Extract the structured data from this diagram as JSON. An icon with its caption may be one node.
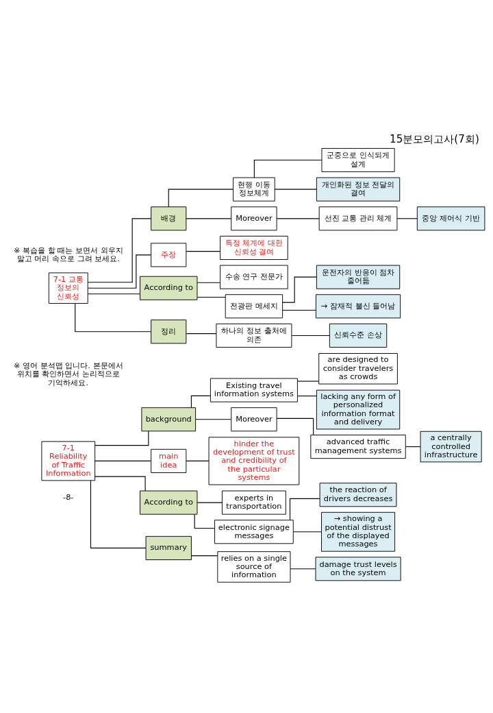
{
  "diagram": {
    "title": "15분모의고사(7회)",
    "nodes": [
      {
        "text": [
          "7-1 교통 정보의 신뢰성"
        ]
      },
      {
        "text": [
          "배경"
        ]
      },
      {
        "text": [
          "현행 이동 정보체계"
        ]
      },
      {
        "text": [
          "군중으로 인식되게 설계"
        ]
      },
      {
        "text": [
          "개인화된 정보 전달의 결여"
        ]
      },
      {
        "text": [
          "Moreover"
        ]
      },
      {
        "text": [
          "선진 교통 관리 체계"
        ]
      },
      {
        "text": [
          "중앙 제어식 기반"
        ]
      },
      {
        "text": [
          "주장"
        ]
      },
      {
        "text": [
          "특정 체계에 대한 신뢰성 결여"
        ]
      },
      {
        "text": [
          "According to"
        ]
      },
      {
        "text": [
          "수송 연구 전문가"
        ]
      },
      {
        "text": [
          "전광판 메세지"
        ]
      },
      {
        "text": [
          "운전자의 반응이 점차 줄어듦"
        ]
      },
      {
        "text": [
          "→ 잠재적 불신 들어남"
        ]
      },
      {
        "text": [
          "정리"
        ]
      },
      {
        "text": [
          "하나의 정보 출처에 의존"
        ]
      },
      {
        "text": [
          "신뢰수준 손상"
        ]
      },
      {
        "text": [
          "7-1 Reliability of Traffic Information"
        ]
      },
      {
        "text": [
          "background"
        ]
      },
      {
        "text": [
          "Existing travel information systems"
        ]
      },
      {
        "text": [
          "are designed to consider travelers as crowds"
        ]
      },
      {
        "text": [
          "lacking any form of personalized information format and delivery"
        ]
      },
      {
        "text": [
          "Moreover"
        ]
      },
      {
        "text": [
          "advanced traffic management systems"
        ]
      },
      {
        "text": [
          "a centrally controlled infrastructure"
        ]
      },
      {
        "text": [
          "main idea"
        ]
      },
      {
        "text": [
          "hinder the development of trust and credibility of the particular systems"
        ]
      },
      {
        "text": [
          "According to"
        ]
      },
      {
        "text": [
          "experts in transportation"
        ]
      },
      {
        "text": [
          "electronic signage messages"
        ]
      },
      {
        "text": [
          "the reaction of drivers decreases"
        ]
      },
      {
        "text": [
          "→ showing a potential distrust of the displayed messages"
        ]
      },
      {
        "text": [
          "summary"
        ]
      },
      {
        "text": [
          "relies on a single source of information"
        ]
      },
      {
        "text": [
          "damage trust levels on the system"
        ]
      }
    ],
    "edges": [
      {
        "from": 0,
        "to": 1,
        "arrow": "none"
      },
      {
        "from": 1,
        "to": 2,
        "arrow": "none"
      },
      {
        "from": 2,
        "to": 3,
        "arrow": "none"
      },
      {
        "from": 2,
        "to": 4,
        "arrow": "none"
      },
      {
        "from": 1,
        "to": 5,
        "arrow": "none"
      },
      {
        "from": 5,
        "to": 6,
        "arrow": "none"
      },
      {
        "from": 6,
        "to": 7,
        "arrow": "none"
      },
      {
        "from": 0,
        "to": 8,
        "arrow": "none"
      },
      {
        "from": 8,
        "to": 9,
        "arrow": "none"
      },
      {
        "from": 0,
        "to": 10,
        "arrow": "none"
      },
      {
        "from": 10,
        "to": 11,
        "arrow": "none"
      },
      {
        "from": 10,
        "to": 12,
        "arrow": "none"
      },
      {
        "from": 12,
        "to": 13,
        "arrow": "none"
      },
      {
        "from": 12,
        "to": 14,
        "arrow": "none"
      },
      {
        "from": 0,
        "to": 15,
        "arrow": "none"
      },
      {
        "from": 15,
        "to": 16,
        "arrow": "none"
      },
      {
        "from": 16,
        "to": 17,
        "arrow": "none"
      },
      {
        "from": 18,
        "to": 19,
        "arrow": "none"
      },
      {
        "from": 19,
        "to": 20,
        "arrow": "none"
      },
      {
        "from": 20,
        "to": 21,
        "arrow": "none"
      },
      {
        "from": 20,
        "to": 22,
        "arrow": "none"
      },
      {
        "from": 19,
        "to": 23,
        "arrow": "none"
      },
      {
        "from": 23,
        "to": 24,
        "arrow": "none"
      },
      {
        "from": 24,
        "to": 25,
        "arrow": "none"
      },
      {
        "from": 18,
        "to": 26,
        "arrow": "none"
      },
      {
        "from": 26,
        "to": 27,
        "arrow": "none"
      },
      {
        "from": 18,
        "to": 28,
        "arrow": "none"
      },
      {
        "from": 28,
        "to": 29,
        "arrow": "none"
      },
      {
        "from": 28,
        "to": 30,
        "arrow": "none"
      },
      {
        "from": 30,
        "to": 31,
        "arrow": "none"
      },
      {
        "from": 30,
        "to": 32,
        "arrow": "none"
      },
      {
        "from": 18,
        "to": 33,
        "arrow": "none"
      },
      {
        "from": 33,
        "to": 34,
        "arrow": "none"
      },
      {
        "from": 34,
        "to": 35,
        "arrow": "none"
      }
    ],
    "labels": [
      "※ 복습을 할 때는 보면서 외우지 말고 머리 속으로 그려 보세요.",
      "※ 영어 분석맵 입니다. 본문에서 위치를 확인하면서 논리적으로 기억하세요.",
      "-8-"
    ]
  }
}
